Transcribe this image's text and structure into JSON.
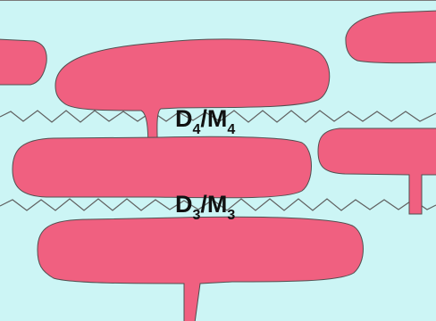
{
  "colors": {
    "background": "#ccf5f5",
    "cell_fill": "#f06080",
    "cell_stroke": "#505050",
    "cleft_line": "#606060",
    "label": "#111111"
  },
  "labels": {
    "upper": {
      "main_1": "D",
      "sub_1": "4",
      "sep": "/",
      "main_2": "M",
      "sub_2": "4"
    },
    "lower": {
      "main_1": "D",
      "sub_1": "3",
      "sep": "/",
      "main_2": "M",
      "sub_2": "3"
    }
  }
}
